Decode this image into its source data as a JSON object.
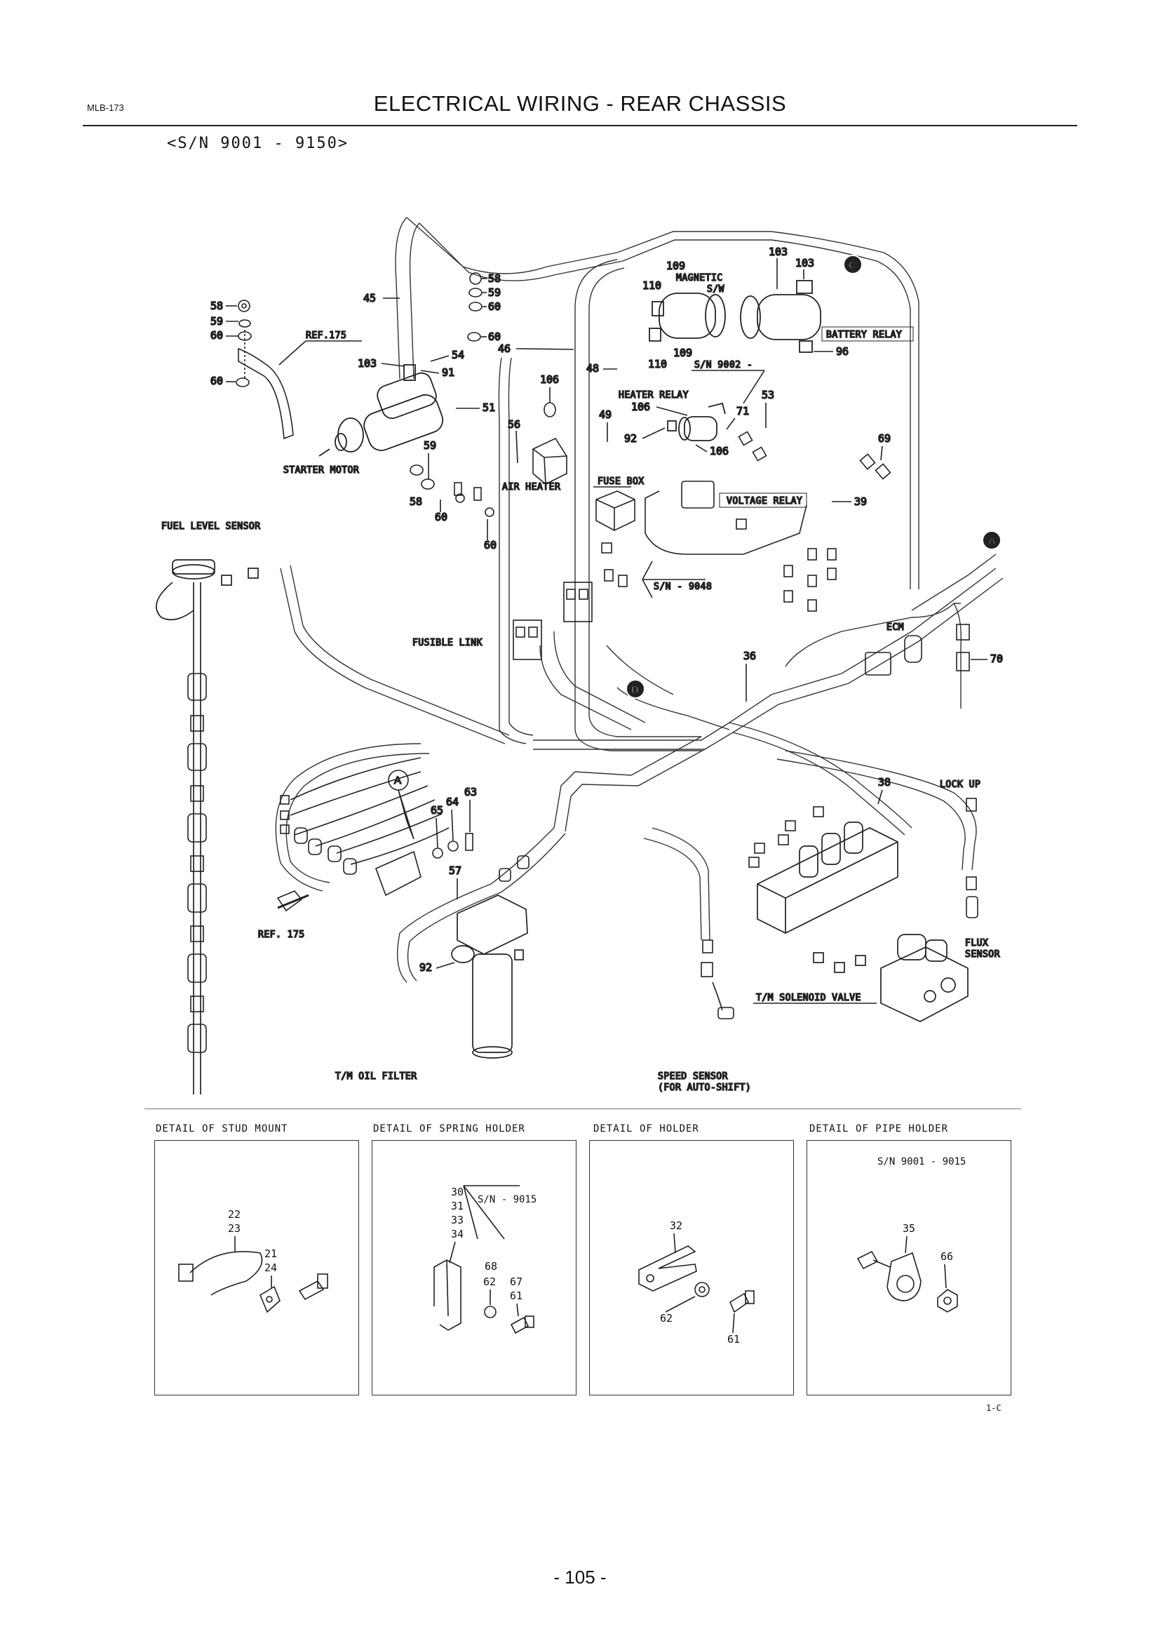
{
  "header": {
    "code": "MLB-173",
    "title": "ELECTRICAL WIRING - REAR CHASSIS",
    "serial_range": "<S/N 9001 - 9150>"
  },
  "labels": {
    "starter_motor": "STARTER MOTOR",
    "air_heater": "AIR HEATER",
    "fuel_level_sensor": "FUEL LEVEL SENSOR",
    "fusible_link": "FUSIBLE LINK",
    "fuse_box": "FUSE BOX",
    "voltage_relay": "VOLTAGE RELAY",
    "heater_relay": "HEATER RELAY",
    "magnetic_sw_1": "MAGNETIC",
    "magnetic_sw_2": "S/W",
    "battery_relay": "BATTERY RELAY",
    "sn_9002": "S/N 9002 -",
    "sn_9048": "S/N - 9048",
    "ecm": "ECM",
    "lock_up": "LOCK UP",
    "flux_sensor_1": "FLUX",
    "flux_sensor_2": "SENSOR",
    "tm_solenoid_valve": "T/M SOLENOID VALVE",
    "tm_oil_filter": "T/M OIL FILTER",
    "speed_sensor_1": "SPEED SENSOR",
    "speed_sensor_2": "(FOR AUTO-SHIFT)",
    "ref_175_a": "REF.175",
    "ref_175_b": "REF. 175"
  },
  "markers": {
    "a": "A",
    "c": "C",
    "d": "D"
  },
  "callouts": {
    "n58a": "58",
    "n59a": "59",
    "n60a": "60",
    "n60b": "60",
    "n45": "45",
    "n58b": "58",
    "n59b": "59",
    "n60c": "60",
    "n60d": "60",
    "n54": "54",
    "n103a": "103",
    "n91": "91",
    "n51": "51",
    "n59c": "59",
    "n58c": "58",
    "n60e": "60",
    "n60f": "60",
    "n56": "56",
    "n46": "46",
    "n106a": "106",
    "n48": "48",
    "n49": "49",
    "n110a": "110",
    "n109a": "109",
    "n109b": "109",
    "n110b": "110",
    "n103b": "103",
    "n103c": "103",
    "n96": "96",
    "n106b": "106",
    "n92a": "92",
    "n106c": "106",
    "n71": "71",
    "n53": "53",
    "n69": "69",
    "n39": "39",
    "n36": "36",
    "n70": "70",
    "n38": "38",
    "n63": "63",
    "n64": "64",
    "n65": "65",
    "n57": "57",
    "n92b": "92"
  },
  "details": {
    "stud_mount": {
      "title": "DETAIL OF STUD MOUNT",
      "n22": "22",
      "n23": "23",
      "n21": "21",
      "n24": "24"
    },
    "spring_holder": {
      "title": "DETAIL OF SPRING HOLDER",
      "n30": "30",
      "n31": "31",
      "n33": "33",
      "n34": "34",
      "sn": "S/N - 9015",
      "n68": "68",
      "n62": "62",
      "n67": "67",
      "n61": "61"
    },
    "holder": {
      "title": "DETAIL OF HOLDER",
      "n32": "32",
      "n62": "62",
      "n61": "61"
    },
    "pipe_holder": {
      "title": "DETAIL OF PIPE HOLDER",
      "sn": "S/N 9001 - 9015",
      "n35": "35",
      "n66": "66"
    }
  },
  "sheet_ref": "1-C",
  "page_number": "- 105 -"
}
